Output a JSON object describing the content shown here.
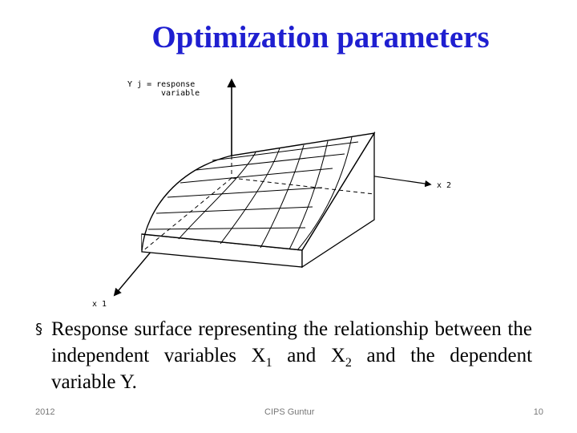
{
  "slide": {
    "title": "Optimization parameters",
    "figure": {
      "y_axis_label_line1": "Y j = response",
      "y_axis_label_line2": "variable",
      "x2_label": "x 2",
      "x1_label": "x 1"
    },
    "bullet": {
      "marker": "§",
      "part1": "Response surface representing the relationship between the independent variables X",
      "sub1": "1",
      "part2": " and X",
      "sub2": "2",
      "part3": " and the dependent variable Y."
    },
    "footer": {
      "left": "2012",
      "center": "CIPS Guntur",
      "right": "10"
    }
  }
}
